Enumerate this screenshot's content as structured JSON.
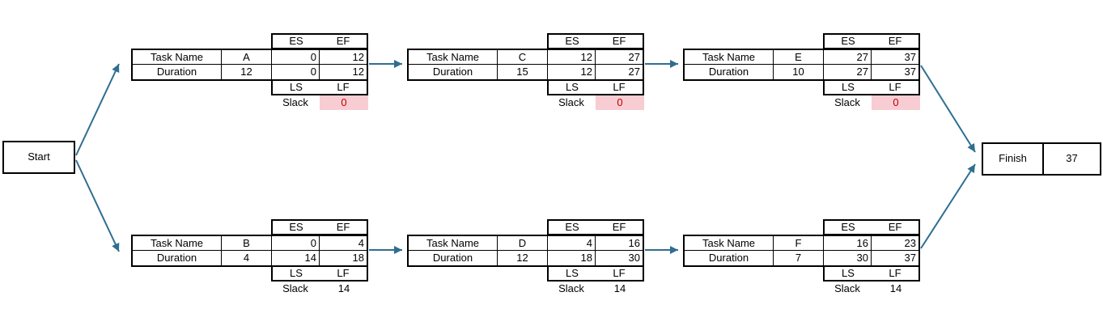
{
  "diagram": {
    "start": {
      "label": "Start"
    },
    "finish": {
      "label": "Finish",
      "value": "37"
    },
    "labels": {
      "task_name": "Task Name",
      "duration": "Duration",
      "es": "ES",
      "ef": "EF",
      "ls": "LS",
      "lf": "LF",
      "slack": "Slack"
    },
    "colors": {
      "arrow": "#2E6E91",
      "critical_slack_bg": "#F8CCD3",
      "critical_slack_text": "#C00000",
      "border": "#000000"
    },
    "tasks": [
      {
        "name": "A",
        "duration": "12",
        "es": "0",
        "ef": "12",
        "ls": "0",
        "lf": "12",
        "slack": "0",
        "critical": true
      },
      {
        "name": "C",
        "duration": "15",
        "es": "12",
        "ef": "27",
        "ls": "12",
        "lf": "27",
        "slack": "0",
        "critical": true
      },
      {
        "name": "E",
        "duration": "10",
        "es": "27",
        "ef": "37",
        "ls": "27",
        "lf": "37",
        "slack": "0",
        "critical": true
      },
      {
        "name": "B",
        "duration": "4",
        "es": "0",
        "ef": "4",
        "ls": "14",
        "lf": "18",
        "slack": "14",
        "critical": false
      },
      {
        "name": "D",
        "duration": "12",
        "es": "4",
        "ef": "16",
        "ls": "18",
        "lf": "30",
        "slack": "14",
        "critical": false
      },
      {
        "name": "F",
        "duration": "7",
        "es": "16",
        "ef": "23",
        "ls": "30",
        "lf": "37",
        "slack": "14",
        "critical": false
      }
    ]
  }
}
